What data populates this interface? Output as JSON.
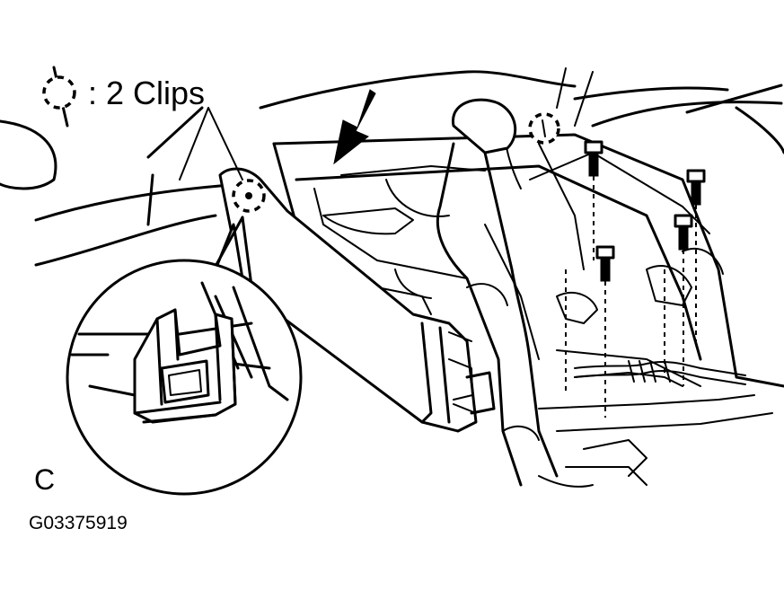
{
  "legend": {
    "symbol": "dashed-circle-clip-symbol",
    "text": ": 2 Clips"
  },
  "view_letter": "C",
  "figure_code": "G03375919",
  "colors": {
    "ink": "#000000",
    "paper": "#ffffff"
  }
}
